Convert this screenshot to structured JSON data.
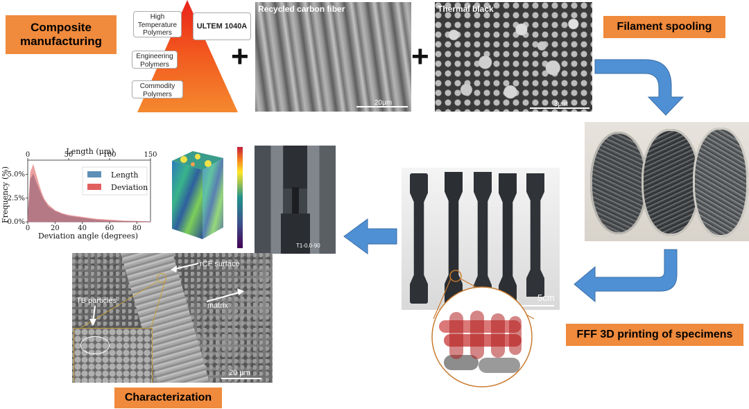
{
  "labels": {
    "composite": "Composite manufacturing",
    "filament": "Filament spooling",
    "fff": "FFF 3D printing of specimens",
    "characterization": "Characterization"
  },
  "pyramid": {
    "tiers": [
      "High Temperature Polymers",
      "Engineering Polymers",
      "Commodity Polymers"
    ],
    "material": "ULTEM 1040A"
  },
  "photos": {
    "rcf_caption": "Recycled carbon fiber",
    "rcf_scale": "20μm",
    "tb_caption": "Thermal black",
    "tb_scale": "3μm",
    "specimen_scale": "5cm",
    "sem_scale": "20 μm",
    "tensile_tag": "T1-0.0-90"
  },
  "sem_annotations": {
    "rcf_surface": "rCF surface",
    "matrix": "matrix",
    "tb_particles": "TB particles"
  },
  "plus_sign": "+",
  "chart_data": {
    "type": "area",
    "xlabel": "Deviation angle (degrees)",
    "x2label": "Length (μm)",
    "ylabel": "Frequency (%)",
    "xlim": [
      0,
      90
    ],
    "x2lim": [
      0,
      150
    ],
    "ylim": [
      0,
      0.065
    ],
    "xticks": [
      0,
      20,
      40,
      60,
      80
    ],
    "x2ticks": [
      0,
      50,
      100,
      150
    ],
    "yticks": [
      "0.0%",
      "2.5%",
      "5.0%"
    ],
    "legend": "top-right",
    "series": [
      {
        "name": "Length",
        "color": "#5d8fb7",
        "x": [
          0,
          2,
          4,
          6,
          8,
          10,
          12,
          15,
          20,
          25,
          30,
          40,
          50,
          60,
          70,
          80,
          90
        ],
        "values": [
          0.0,
          0.045,
          0.05,
          0.042,
          0.035,
          0.028,
          0.022,
          0.016,
          0.011,
          0.008,
          0.006,
          0.004,
          0.002,
          0.001,
          0.0005,
          0.0003,
          0.0001
        ]
      },
      {
        "name": "Deviation",
        "color": "#e06060",
        "x": [
          0,
          2,
          4,
          6,
          8,
          10,
          12,
          15,
          20,
          25,
          30,
          40,
          50,
          60,
          70,
          80,
          90
        ],
        "values": [
          0.0,
          0.052,
          0.06,
          0.05,
          0.04,
          0.031,
          0.024,
          0.018,
          0.012,
          0.009,
          0.007,
          0.005,
          0.003,
          0.002,
          0.001,
          0.0006,
          0.0003
        ]
      }
    ]
  }
}
